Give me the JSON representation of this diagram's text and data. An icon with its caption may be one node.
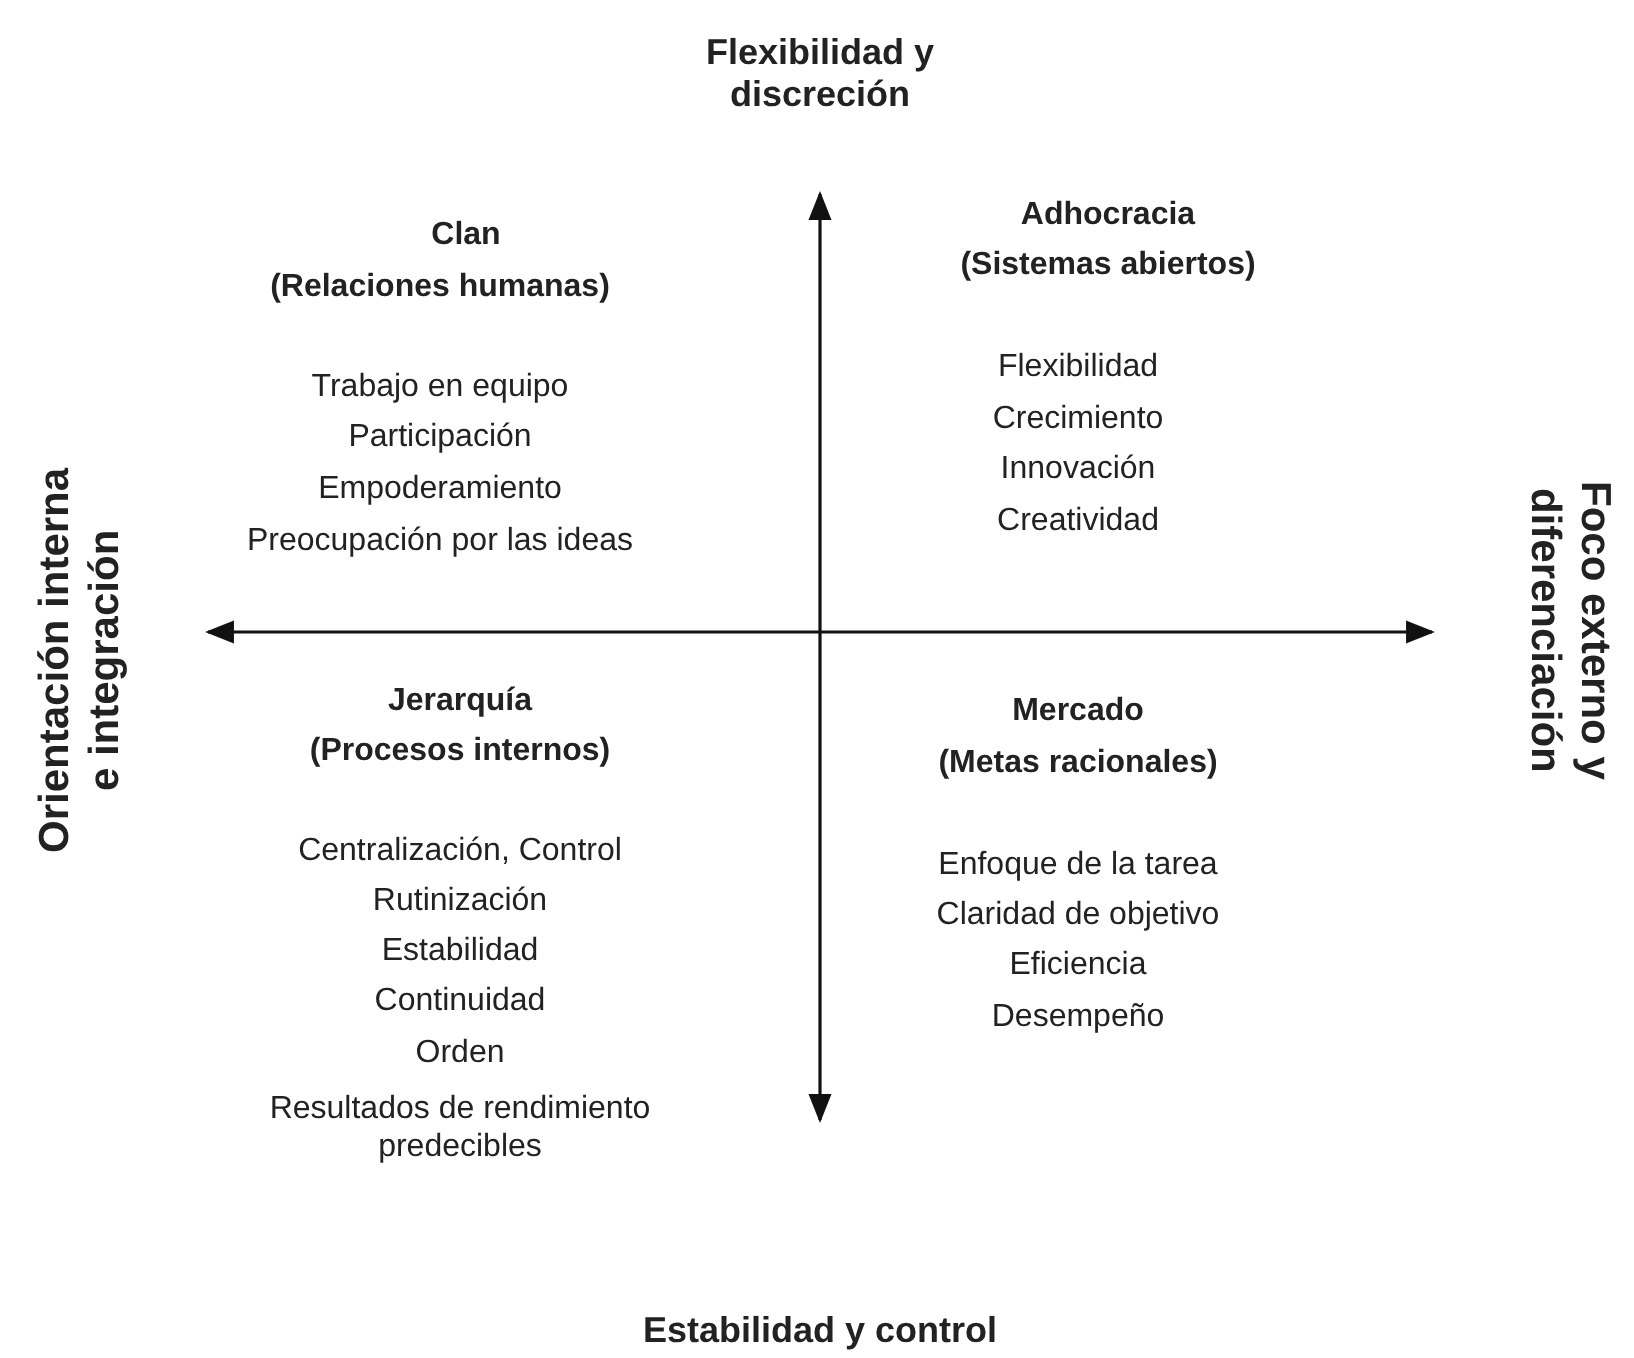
{
  "diagram": {
    "labels": [
      "Flexibilidad y discreción",
      "Clan",
      "(Relaciones humanas)",
      "Trabajo en equipo",
      "Participación",
      "Empoderamiento",
      "Preocupación por las ideas",
      "Adhocracia",
      "(Sistemas abiertos)",
      "Flexibilidad",
      "Crecimiento",
      "Innovación",
      "Creatividad",
      "Orientación interna e integración",
      "Foco externo y diferenciación",
      "Jerarquía",
      "(Procesos internos)",
      "Centralización, Control",
      "Rutinización",
      "Estabilidad",
      "Continuidad",
      "Orden",
      "Resultados de rendimiento predecibles",
      "Mercado",
      "(Metas racionales)",
      "Enfoque de la tarea",
      "Claridad de objetivo",
      "Eficiencia",
      "Desempeño",
      "Estabilidad y control"
    ]
  }
}
